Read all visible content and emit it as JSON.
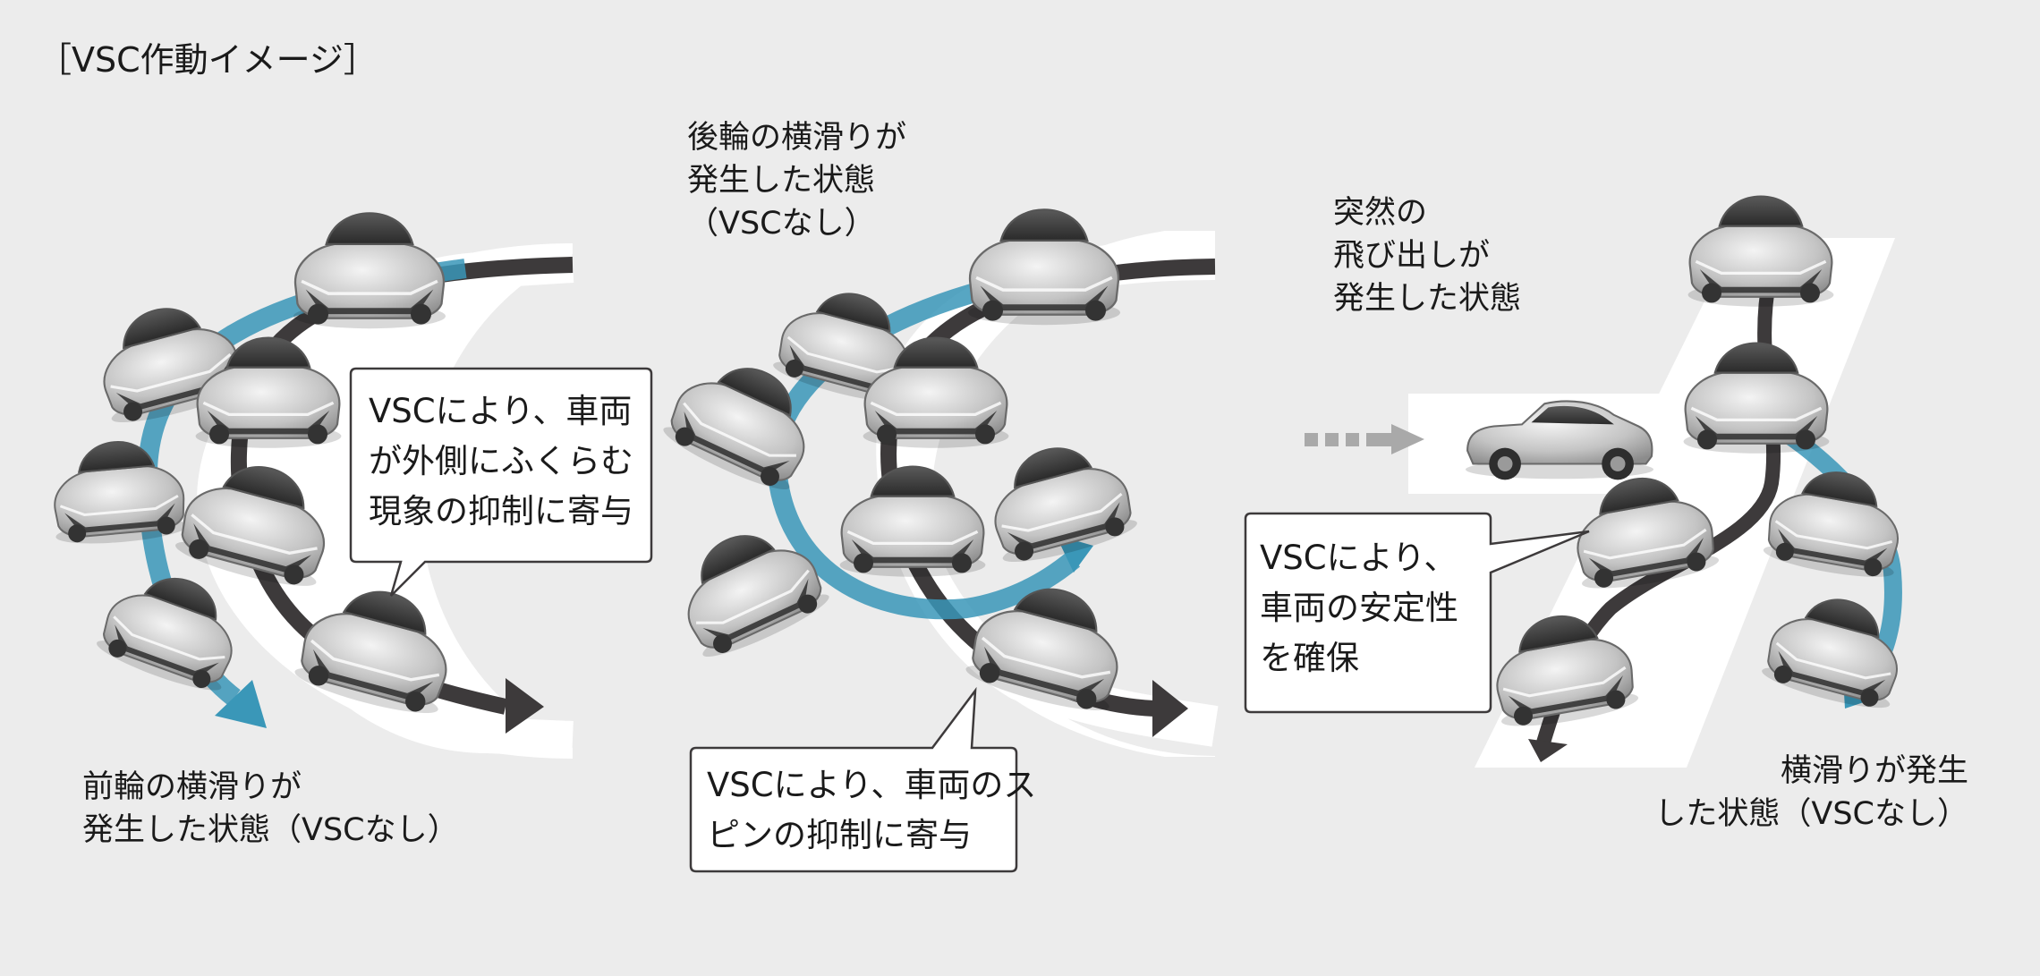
{
  "title": "［VSC作動イメージ］",
  "colors": {
    "background": "#ececec",
    "road": "#ffffff",
    "vehicle_path": "#3d3a3b",
    "vsc_path_blue": "#3a97b8",
    "car_body": "#bdbdbd",
    "approach_arrow": "#a9a9a9"
  },
  "panels": [
    {
      "id": "front-skid",
      "label_lines": [
        "前輪の横滑りが",
        "発生した状態（VSCなし）"
      ],
      "callout_lines": [
        "VSCにより、車両",
        "が外側にふくらむ",
        "現象の抑制に寄与"
      ]
    },
    {
      "id": "rear-skid",
      "label_lines": [
        "後輪の横滑りが",
        "発生した状態",
        "（VSCなし）"
      ],
      "callout_lines": [
        "VSCにより、車両のス",
        "ピンの抑制に寄与"
      ]
    },
    {
      "id": "sudden-obstacle",
      "label_lines": [
        "突然の",
        "飛び出しが",
        "発生した状態"
      ],
      "callout_lines": [
        "VSCにより、",
        "車両の安定性",
        "を確保"
      ],
      "skid_label_lines": [
        "横滑りが発生",
        "した状態（VSCなし）"
      ]
    }
  ],
  "icons": {
    "car": "car-icon",
    "arrow": "arrowhead-icon"
  }
}
